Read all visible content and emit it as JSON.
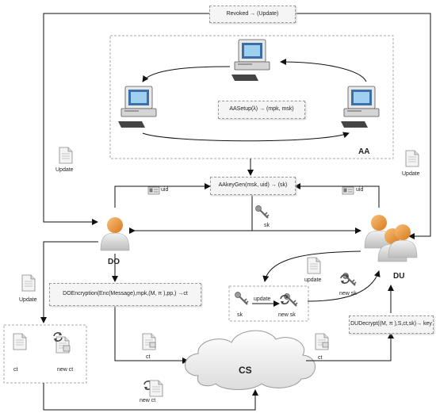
{
  "boxes": {
    "revoked": "Revoked → (Update)",
    "aasetup": "AASetup(λ) → (mpk, msk)",
    "aakeygen": "AAkeyGen(msk, uid) → (sk)",
    "doencrypt": "DOEncryption(Enc(Message),mpk,(M, π ),pp,) →ct",
    "dudecrypt": "DUDecrypt((M, π ),S,ct,sk)→ key"
  },
  "entities": {
    "aa": "AA",
    "do": "DO",
    "du": "DU",
    "cs": "CS"
  },
  "labels": {
    "update_left": "Update",
    "update_right": "Update",
    "update_mid": "update",
    "update_do": "Update",
    "update_arrow": "update",
    "uid_left": "uid",
    "uid_right": "uid",
    "sk_top": "sk",
    "sk_du": "sk",
    "new_sk_mid": "new sk",
    "new_sk_right": "new sk",
    "ct_box": "ct",
    "new_ct_box": "new ct",
    "ct_mid": "ct",
    "ct_right": "ct",
    "new_ct_bottom": "new ct"
  }
}
